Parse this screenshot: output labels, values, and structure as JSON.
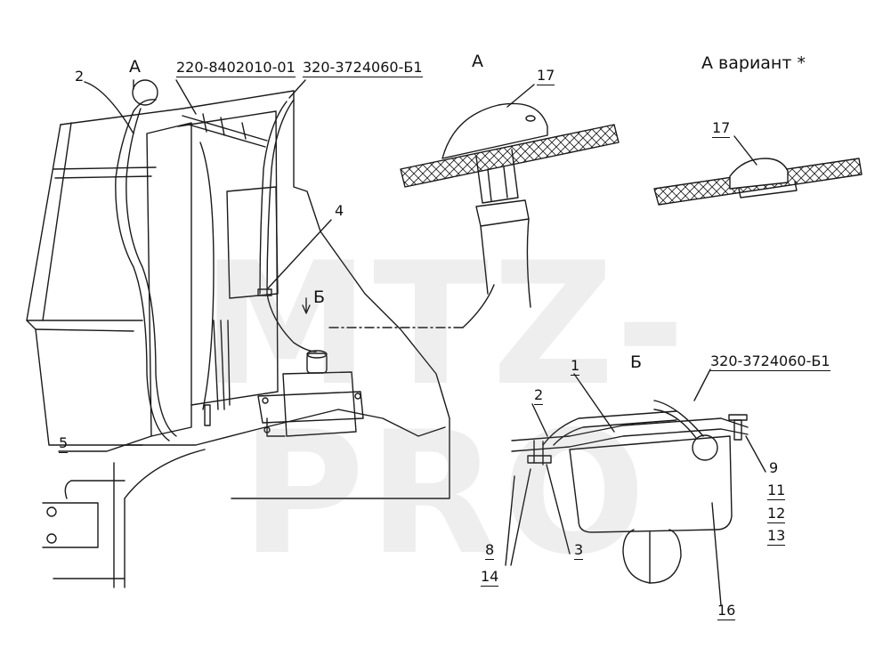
{
  "watermark": "MTZ-PRO",
  "labels": {
    "view_a_main": "А",
    "part_220": "220-8402010-01",
    "part_320_top": "320-3724060-Б1",
    "num_2_left": "2",
    "num_4": "4",
    "view_b_arrow": "Б",
    "num_5": "5",
    "view_a_detail": "А",
    "num_17_a": "17",
    "variant_title": "А вариант *",
    "num_17_variant": "17",
    "view_b_detail": "Б",
    "part_320_b": "320-3724060-Б1",
    "num_1": "1",
    "num_2_b": "2",
    "num_9": "9",
    "num_11": "11",
    "num_12": "12",
    "num_13": "13",
    "num_8": "8",
    "num_14": "14",
    "num_3": "3",
    "num_16": "16"
  },
  "colors": {
    "line": "#1a1a1a",
    "watermark": "#787878"
  }
}
